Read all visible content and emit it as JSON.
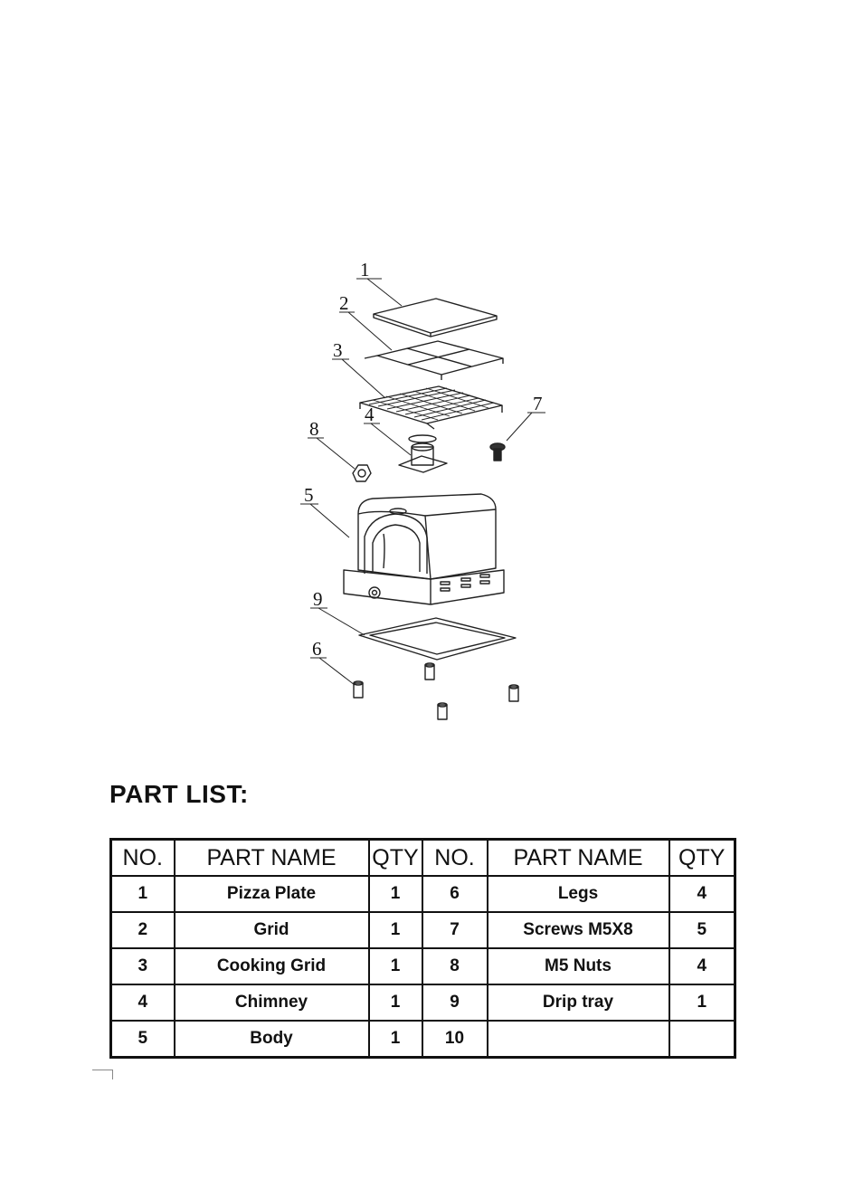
{
  "diagram": {
    "callouts": [
      "1",
      "2",
      "3",
      "4",
      "5",
      "6",
      "7",
      "8",
      "9"
    ]
  },
  "part_list": {
    "heading": "PART LIST:",
    "headers": [
      "NO.",
      "PART NAME",
      "QTY",
      "NO.",
      "PART NAME",
      "QTY"
    ],
    "rows": [
      [
        "1",
        "Pizza Plate",
        "1",
        "6",
        "Legs",
        "4"
      ],
      [
        "2",
        "Grid",
        "1",
        "7",
        "Screws M5X8",
        "5"
      ],
      [
        "3",
        "Cooking Grid",
        "1",
        "8",
        "M5 Nuts",
        "4"
      ],
      [
        "4",
        "Chimney",
        "1",
        "9",
        "Drip tray",
        "1"
      ],
      [
        "5",
        "Body",
        "1",
        "10",
        "",
        ""
      ]
    ]
  }
}
